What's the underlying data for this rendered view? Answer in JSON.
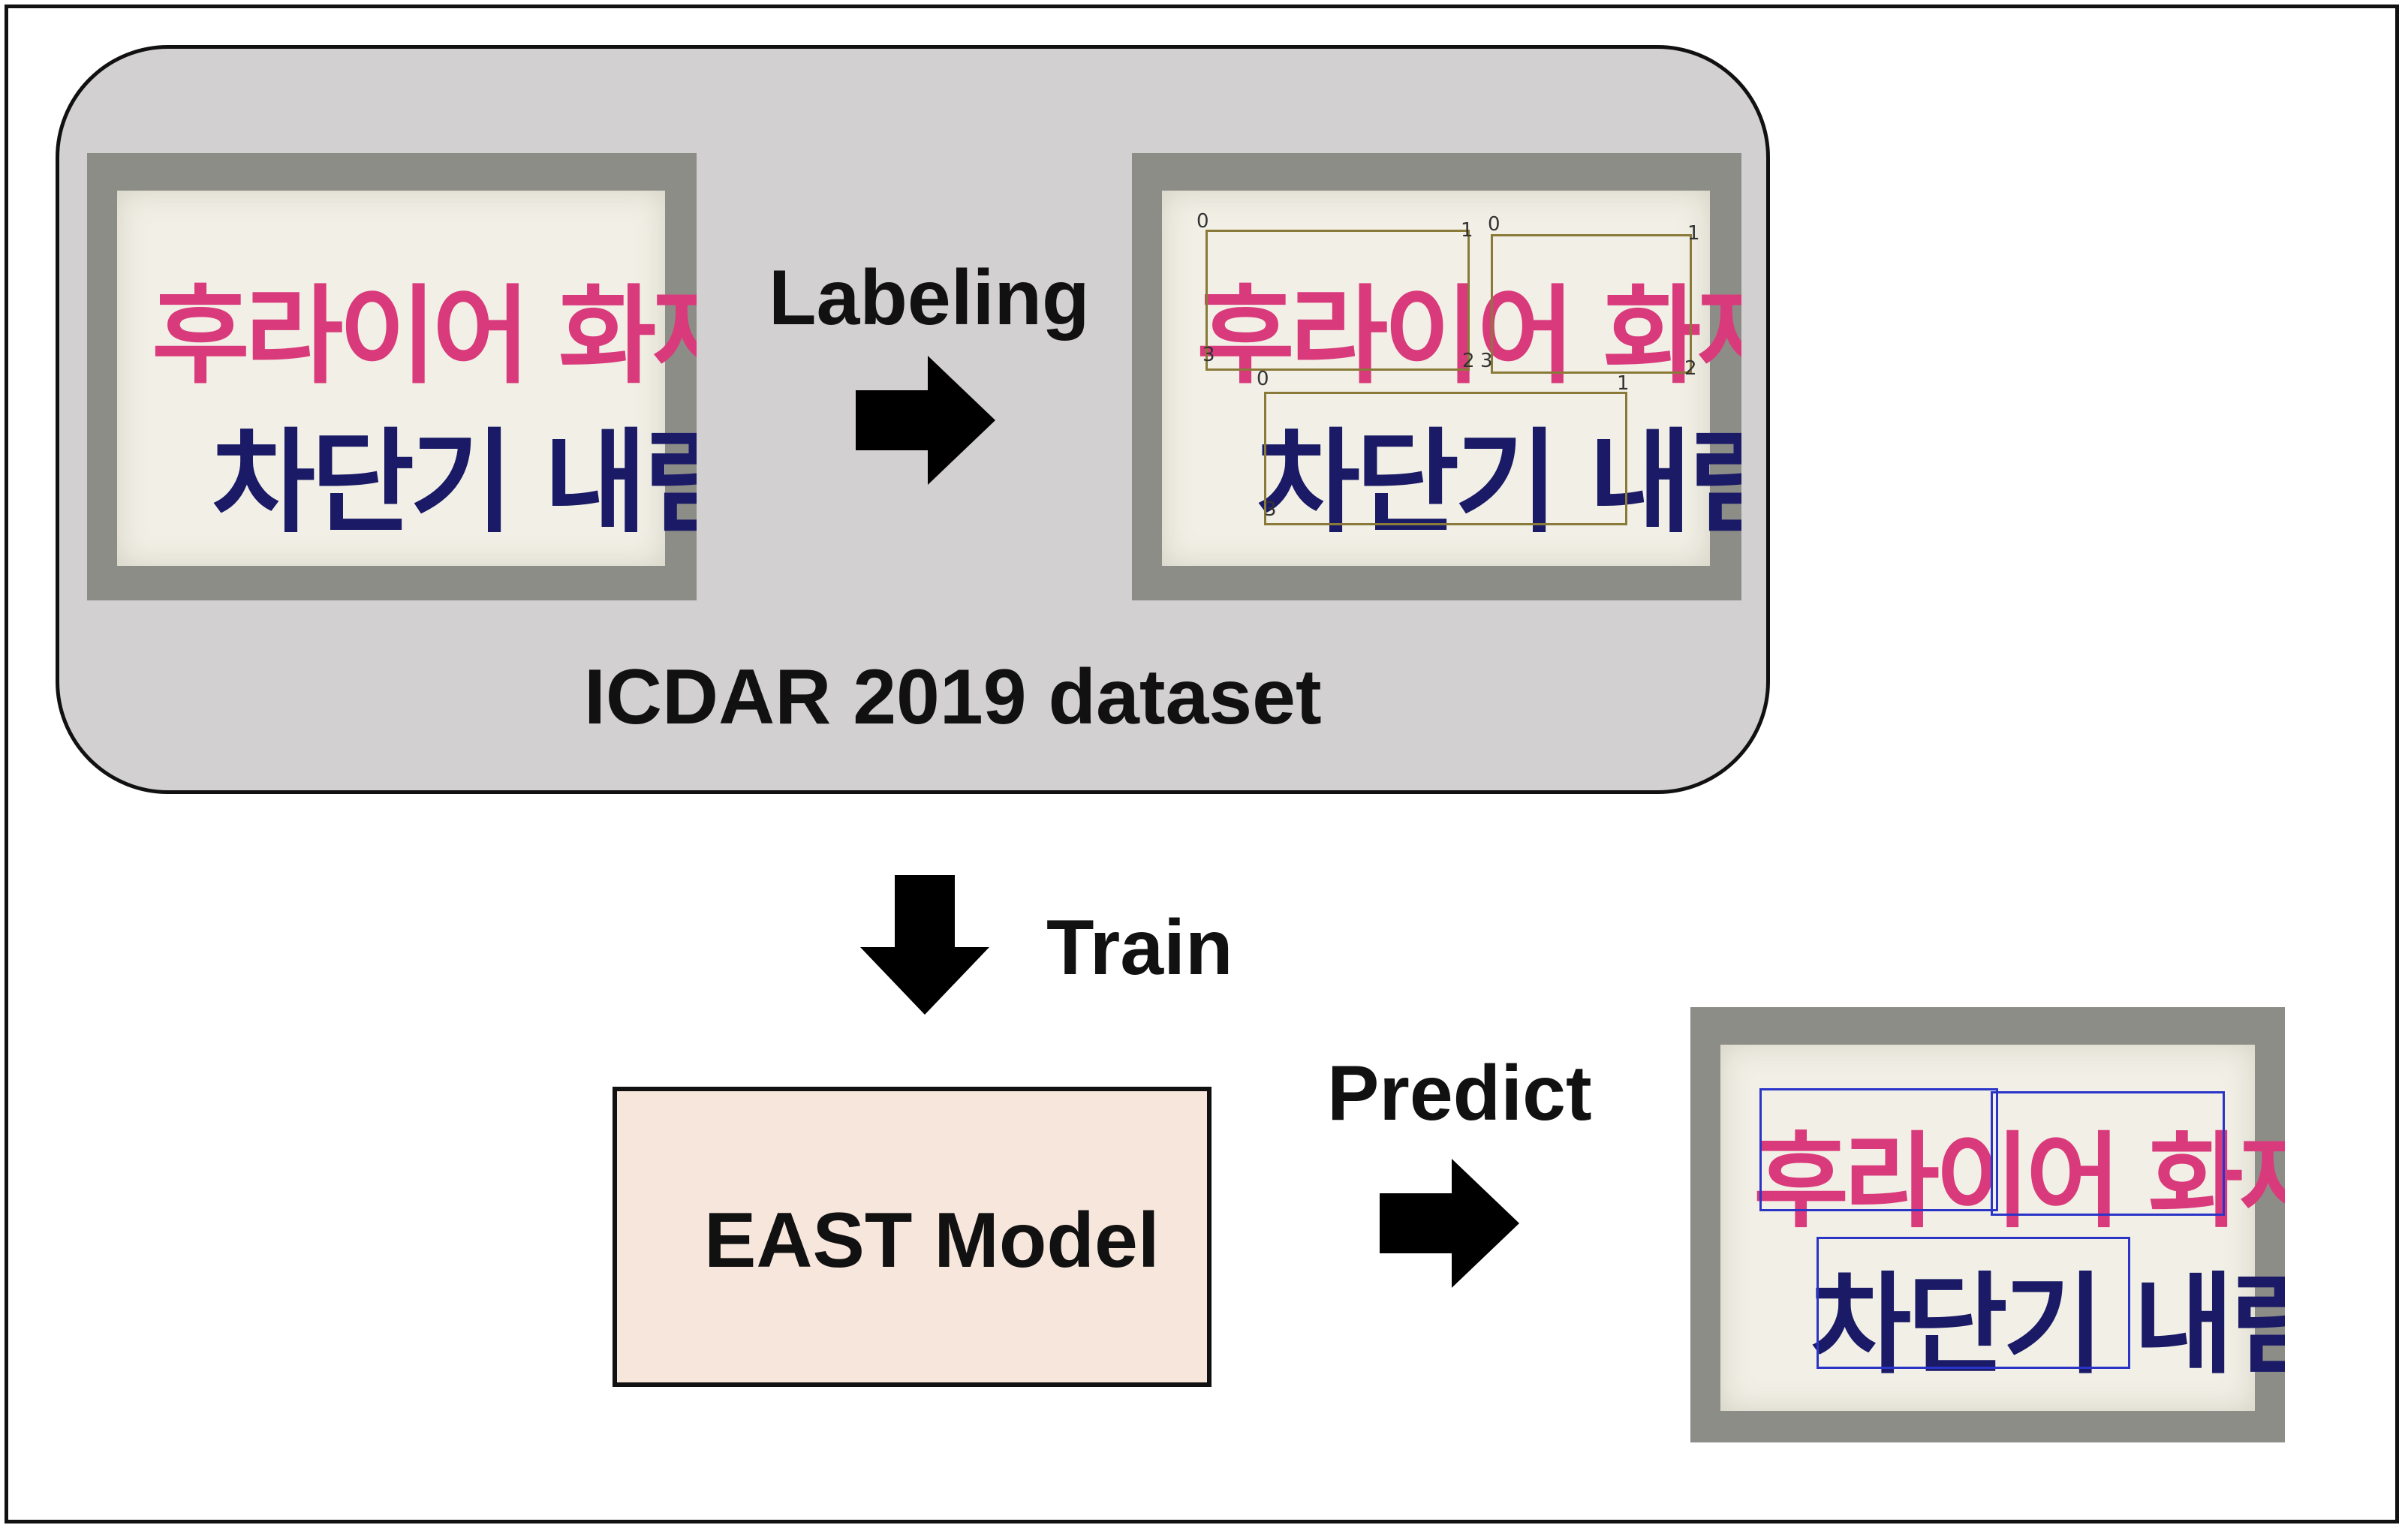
{
  "labels": {
    "labeling": "Labeling",
    "dataset": "ICDAR 2019 dataset",
    "train": "Train",
    "model": "EAST Model",
    "predict": "Predict"
  },
  "sign_text": {
    "line1_word1": "후라이어",
    "line1_word2": "화재시",
    "line2": "차단기 내림"
  },
  "corner_indices": [
    "0",
    "1",
    "2",
    "3"
  ],
  "colors": {
    "panel": "#d2d0d1",
    "model_box": "#f7e6db",
    "sign_pink": "#d93a7b",
    "sign_navy": "#1a1a66",
    "label_box": "#8a7a3a",
    "prediction_box": "#2a35c8"
  }
}
